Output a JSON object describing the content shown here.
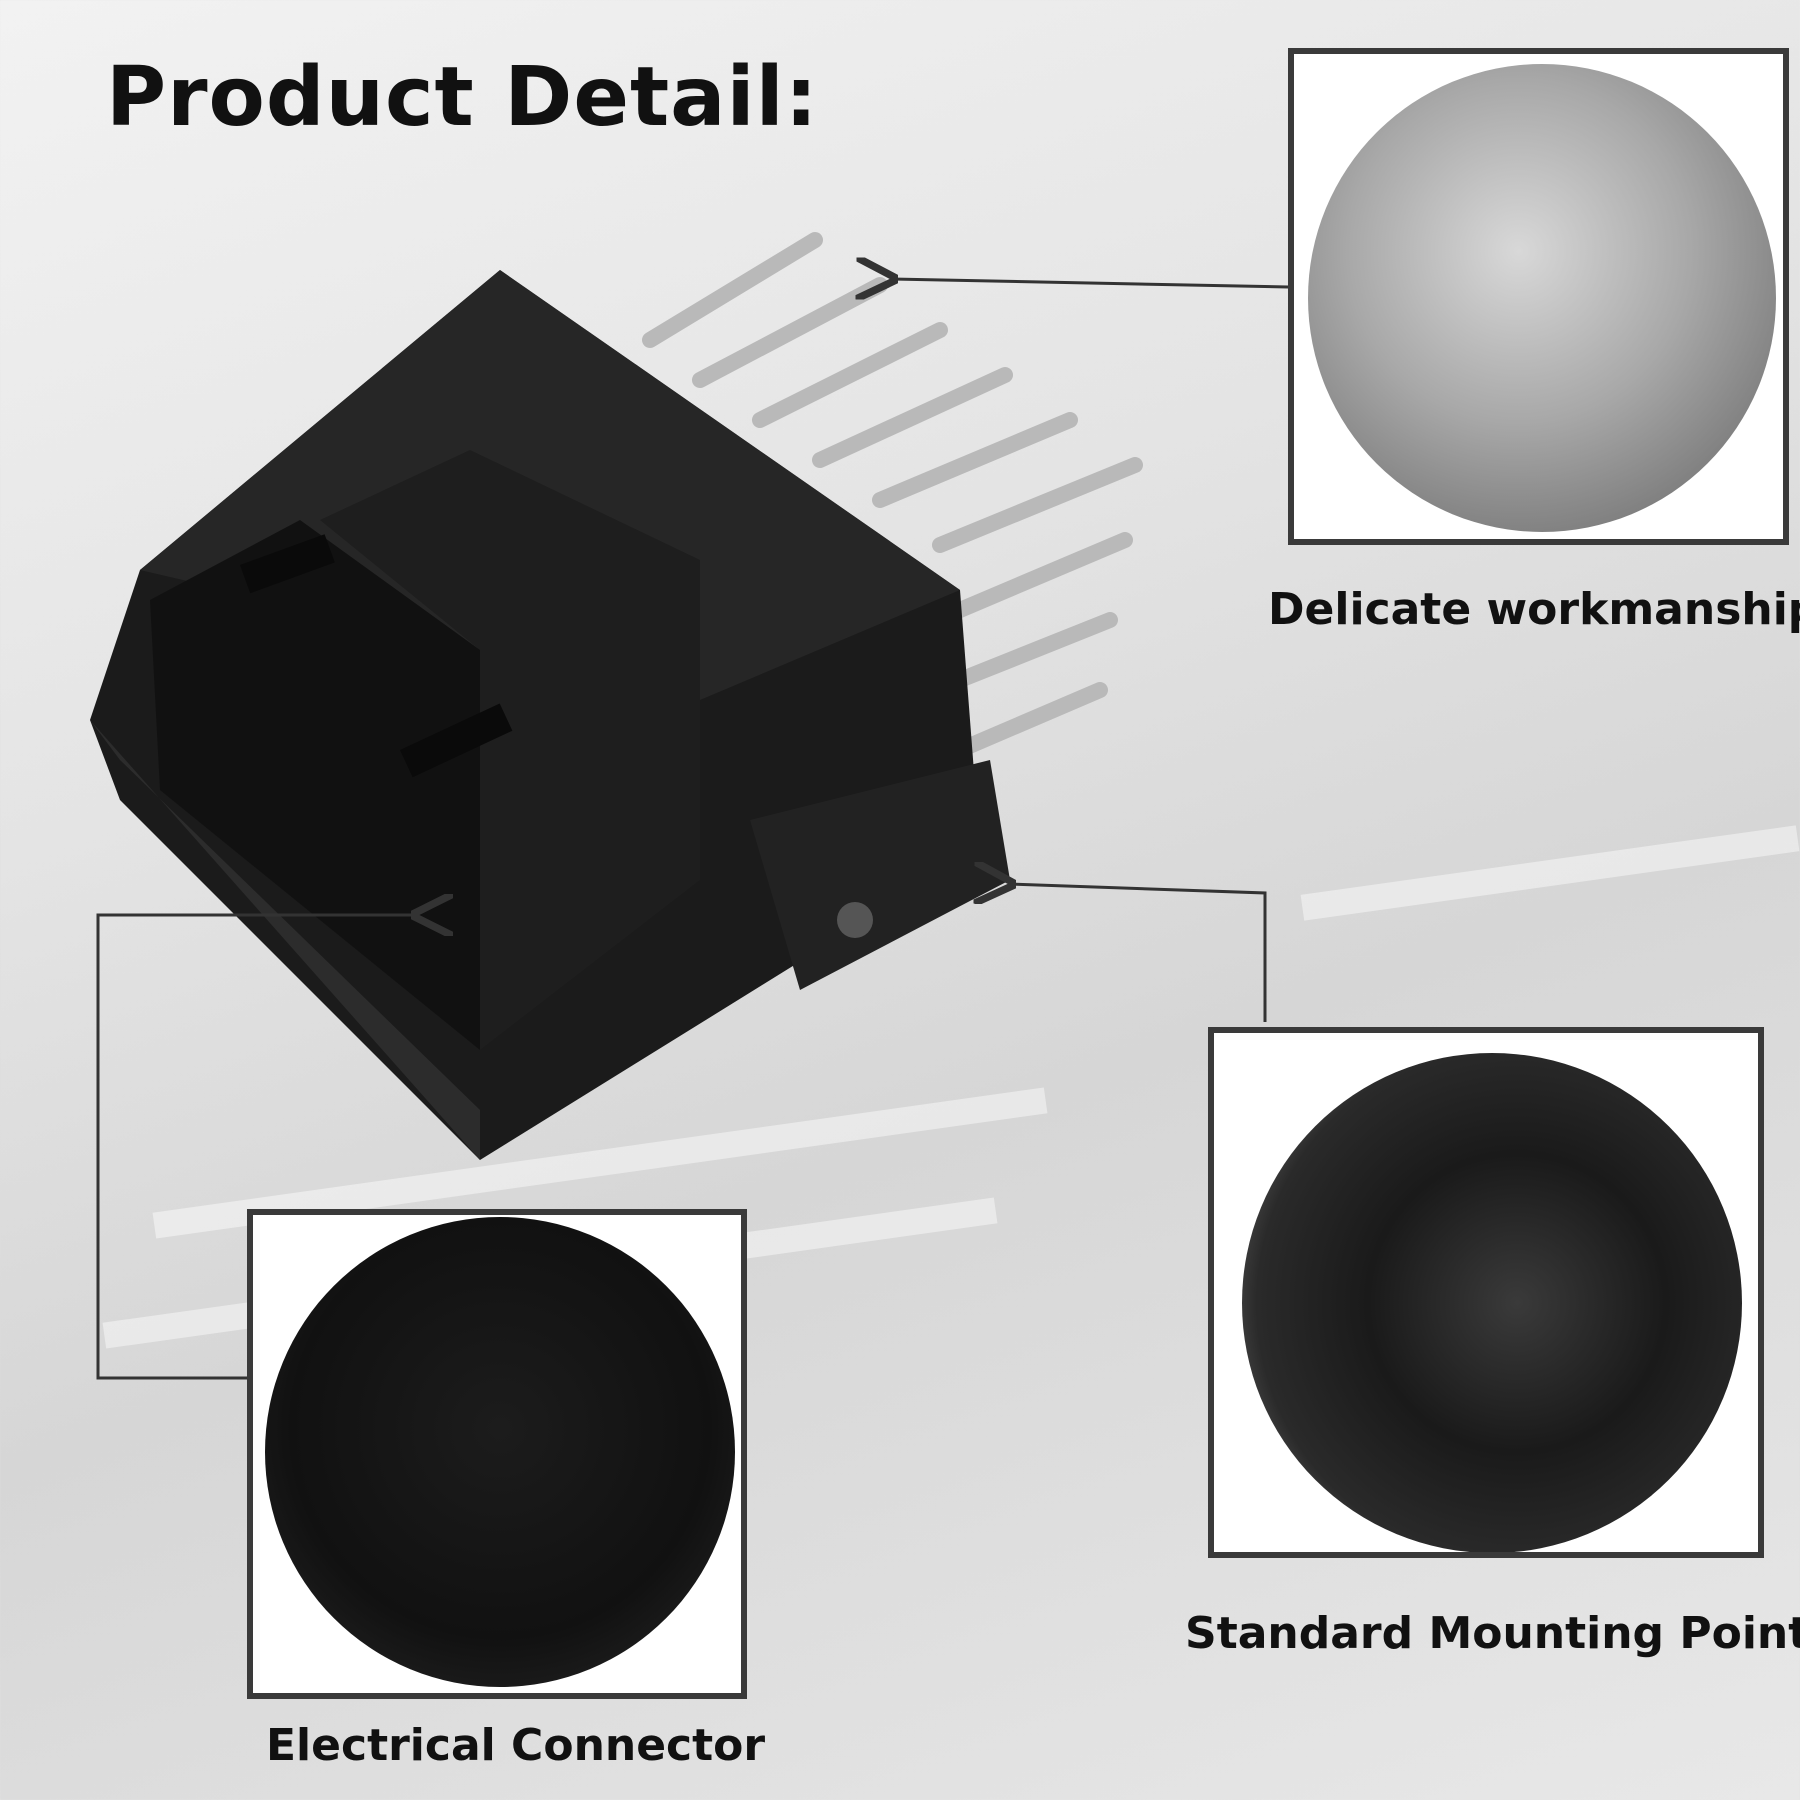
{
  "title": "Product Detail:",
  "callouts": [
    {
      "label": "Delicate workmanship"
    },
    {
      "label": "Standard Mounting Point"
    },
    {
      "label": "Electrical Connector"
    }
  ],
  "colors": {
    "frame": "#3a3a3a",
    "product": "#1a1a1a",
    "text": "#111111"
  }
}
